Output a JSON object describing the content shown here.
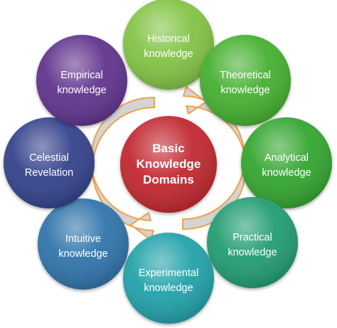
{
  "center": {
    "line1": "Basic",
    "line2": "Knowledge",
    "line3": "Domains",
    "color": "#c0202a"
  },
  "nodes": [
    {
      "id": "historical",
      "line1": "Historical",
      "line2": "knowledge",
      "color": "#7fc241"
    },
    {
      "id": "theoretical",
      "line1": "Theoretical",
      "line2": "knowledge",
      "color": "#3fae2a"
    },
    {
      "id": "analytical",
      "line1": "Analytical",
      "line2": "knowledge",
      "color": "#2ea32a"
    },
    {
      "id": "practical",
      "line1": "Practical",
      "line2": "knowledge",
      "color": "#1f9a6e"
    },
    {
      "id": "experimental",
      "line1": "Experimental",
      "line2": "knowledge",
      "color": "#1f9fa8"
    },
    {
      "id": "intuitive",
      "line1": "Intuitive",
      "line2": "knowledge",
      "color": "#2b6fa8"
    },
    {
      "id": "celestial",
      "line1": "Celestial",
      "line2": "Revelation",
      "color": "#2e3c88"
    },
    {
      "id": "empirical",
      "line1": "Empirical",
      "line2": "knowledge",
      "color": "#5b2e8a"
    }
  ],
  "arrows": {
    "fill_color": "#d4d4d4",
    "outline_color": "#f0a14a"
  }
}
